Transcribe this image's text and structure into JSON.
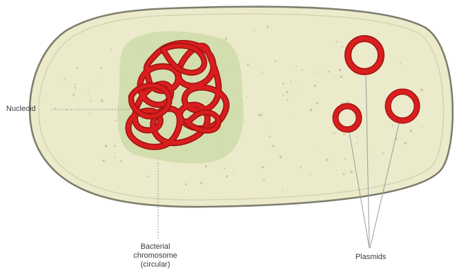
{
  "labels": {
    "nucleoid": "Nucleoid",
    "chromosome": {
      "line1": "Bacterial",
      "line2": "chromosome",
      "line3": "(circular)"
    },
    "plasmids": "Plasmids"
  },
  "colors": {
    "cell_fill": "#ebeacb",
    "cell_outline": "#7e7e6e",
    "cell_inner_ring": "#d6d4b0",
    "nucleoid_fill": "#cfdca9",
    "dna_red": "#d81e1e",
    "dna_red_dark": "#9e1010",
    "speckle": "#c7c4a3",
    "leader_line": "#9a9a9a",
    "text": "#3a3a3a"
  }
}
